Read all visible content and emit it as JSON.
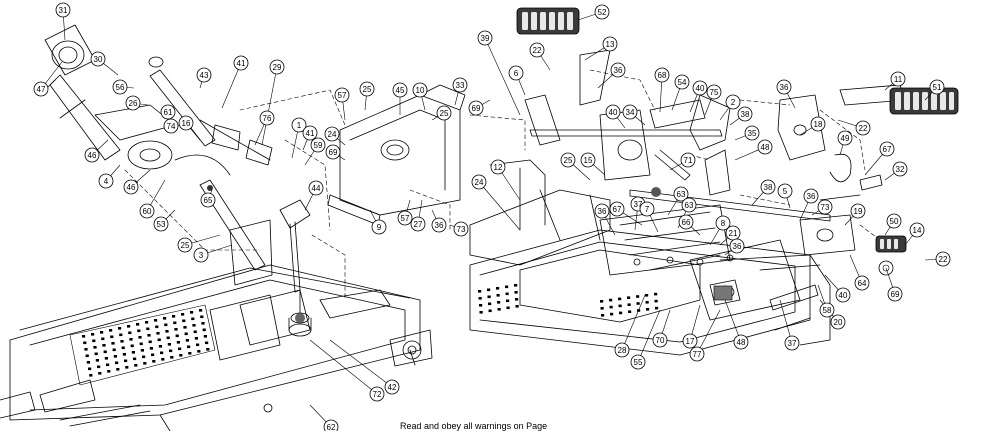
{
  "diagram": {
    "bottom_caption": "Read and obey all warnings on Page",
    "callouts_left": [
      "31",
      "47",
      "30",
      "56",
      "26",
      "61",
      "74",
      "43",
      "41",
      "29",
      "16",
      "76",
      "1",
      "41",
      "59",
      "60",
      "46",
      "4",
      "46",
      "53",
      "65",
      "25",
      "3",
      "57",
      "25",
      "45",
      "10",
      "33",
      "69",
      "24",
      "44",
      "9",
      "57",
      "27",
      "36",
      "25",
      "73",
      "42",
      "72",
      "62"
    ],
    "callouts_right": [
      "39",
      "52",
      "13",
      "22",
      "6",
      "36",
      "69",
      "12",
      "24",
      "68",
      "54",
      "40",
      "75",
      "2",
      "34",
      "40",
      "38",
      "35",
      "25",
      "15",
      "71",
      "48",
      "63",
      "37",
      "67",
      "7",
      "63",
      "66",
      "8",
      "21",
      "36",
      "36",
      "38",
      "5",
      "36",
      "36",
      "11",
      "51",
      "22",
      "18",
      "49",
      "67",
      "32",
      "73",
      "19",
      "50",
      "14",
      "22",
      "64",
      "69",
      "40",
      "58",
      "20",
      "28",
      "55",
      "70",
      "17",
      "77",
      "48",
      "37"
    ]
  }
}
